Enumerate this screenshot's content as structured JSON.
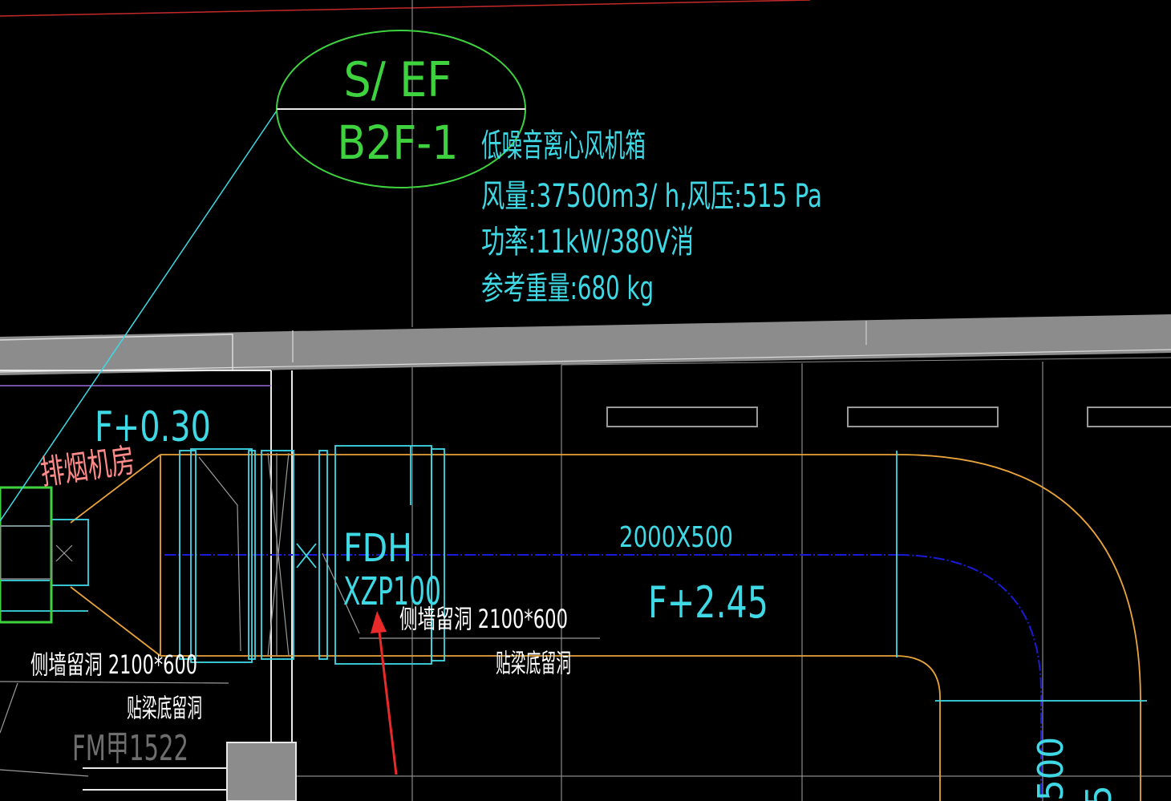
{
  "drawing": {
    "equipment_tag": {
      "top": "S/ EF",
      "bottom": "B2F-1"
    },
    "equipment_spec": {
      "line1": "低噪音离心风机箱",
      "line2": "风量:37500m3/ h,风压:515 Pa",
      "line3": "功率:11kW/380V消",
      "line4": "参考重量:680 kg"
    },
    "room_label": "排烟机房",
    "level_left": "F+0.30",
    "valve_code": "FDH",
    "valve_model": "XZP100",
    "duct_size": "2000X500",
    "duct_level": "F+2.45",
    "opening_wall_right": "侧墙留洞  2100*600",
    "opening_beam_right": "贴梁底留洞",
    "opening_wall_left": "侧墙留洞  2100*600",
    "opening_beam_left": "贴梁底留洞",
    "door_label": "FM甲1522",
    "vertical_dim": "500"
  },
  "colors": {
    "background": "#000000",
    "cyan": "#3fd9e6",
    "green": "#3fd23f",
    "orange": "#e8a33a",
    "blue_center": "#1a1ad9",
    "white": "#ffffff",
    "gray": "#8c8c8c",
    "red_arrow": "#e82a2a",
    "salmon": "#ff8a8a"
  }
}
